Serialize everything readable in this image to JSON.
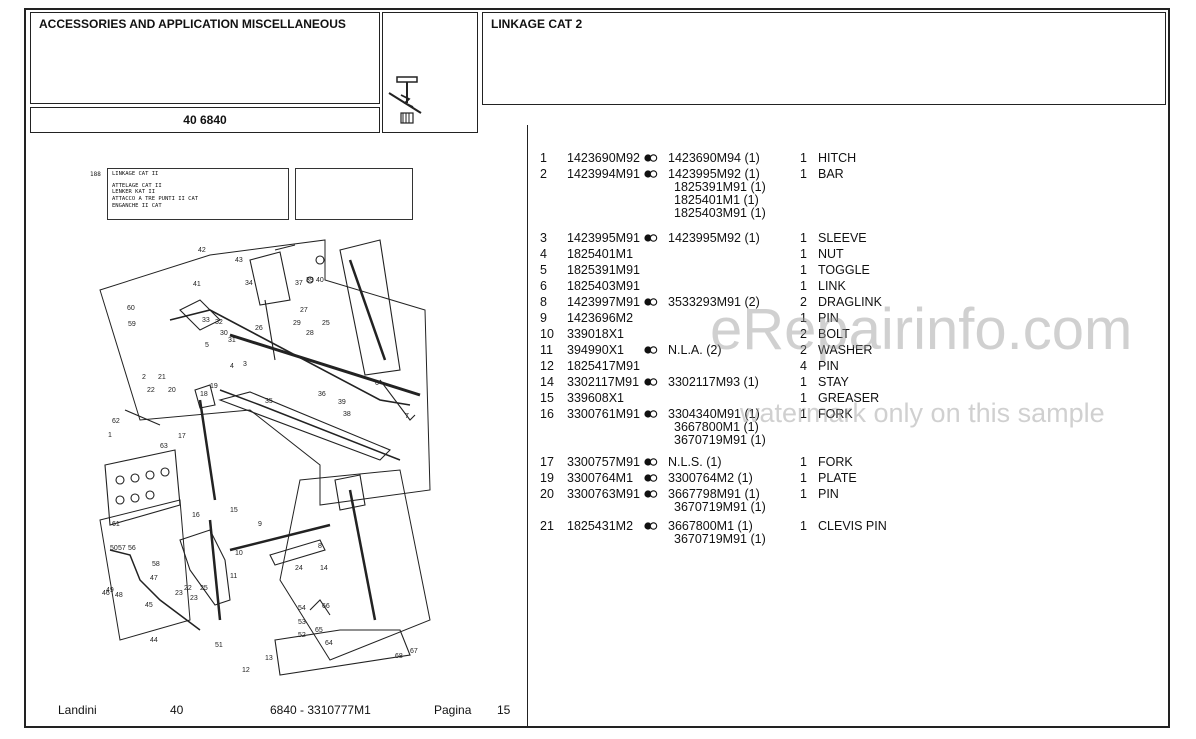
{
  "header": {
    "section_title": "ACCESSORIES AND APPLICATION MISCELLANEOUS",
    "group_code": "40 6840",
    "page_title": "LINKAGE CAT 2"
  },
  "diagram": {
    "ref": "188",
    "inset_lines": [
      "LINKAGE CAT II",
      "ATTELAGE CAT II",
      "LENKER KAT II",
      "ATTACCO A TRE PUNTI II CAT",
      "ENGANCHE II CAT"
    ],
    "callouts": [
      "42",
      "43",
      "41",
      "34",
      "37",
      "39",
      "40",
      "60",
      "59",
      "33",
      "32",
      "30",
      "31",
      "26",
      "27",
      "28",
      "29",
      "25",
      "5",
      "4",
      "3",
      "6",
      "7",
      "2",
      "21",
      "20",
      "22",
      "19",
      "18",
      "36",
      "35",
      "39",
      "38",
      "62",
      "1",
      "17",
      "63",
      "61",
      "16",
      "15",
      "9",
      "8",
      "10",
      "11",
      "10",
      "14",
      "12",
      "13",
      "50",
      "57",
      "56",
      "58",
      "47",
      "46",
      "48",
      "45",
      "49",
      "44",
      "23",
      "23",
      "25",
      "51",
      "54",
      "53",
      "52",
      "66",
      "65",
      "64",
      "68",
      "67",
      "24"
    ]
  },
  "parts": [
    {
      "idx": "1",
      "code": "1423690M92",
      "sym": true,
      "alt": "1423690M94  (1)",
      "subs": [],
      "qty": "1",
      "desc": "HITCH"
    },
    {
      "idx": "2",
      "code": "1423994M91",
      "sym": true,
      "alt": "1423995M92  (1)",
      "subs": [
        "1825391M91  (1)",
        "1825401M1  (1)",
        "1825403M91  (1)"
      ],
      "qty": "1",
      "desc": "BAR"
    },
    {
      "idx": "3",
      "code": "1423995M91",
      "sym": true,
      "alt": "1423995M92  (1)",
      "subs": [],
      "qty": "1",
      "desc": "SLEEVE"
    },
    {
      "idx": "4",
      "code": "1825401M1",
      "sym": false,
      "alt": "",
      "subs": [],
      "qty": "1",
      "desc": "NUT"
    },
    {
      "idx": "5",
      "code": "1825391M91",
      "sym": false,
      "alt": "",
      "subs": [],
      "qty": "1",
      "desc": "TOGGLE"
    },
    {
      "idx": "6",
      "code": "1825403M91",
      "sym": false,
      "alt": "",
      "subs": [],
      "qty": "1",
      "desc": "LINK"
    },
    {
      "idx": "8",
      "code": "1423997M91",
      "sym": true,
      "alt": "3533293M91  (2)",
      "subs": [],
      "qty": "2",
      "desc": "DRAGLINK"
    },
    {
      "idx": "9",
      "code": "1423696M2",
      "sym": false,
      "alt": "",
      "subs": [],
      "qty": "1",
      "desc": "PIN"
    },
    {
      "idx": "10",
      "code": "339018X1",
      "sym": false,
      "alt": "",
      "subs": [],
      "qty": "2",
      "desc": "BOLT"
    },
    {
      "idx": "11",
      "code": "394990X1",
      "sym": true,
      "alt": "N.L.A.  (2)",
      "subs": [],
      "qty": "2",
      "desc": "WASHER"
    },
    {
      "idx": "12",
      "code": "1825417M91",
      "sym": false,
      "alt": "",
      "subs": [],
      "qty": "4",
      "desc": "PIN"
    },
    {
      "idx": "14",
      "code": "3302117M91",
      "sym": true,
      "alt": "3302117M93  (1)",
      "subs": [],
      "qty": "1",
      "desc": "STAY"
    },
    {
      "idx": "15",
      "code": "339608X1",
      "sym": false,
      "alt": "",
      "subs": [],
      "qty": "1",
      "desc": "GREASER"
    },
    {
      "idx": "16",
      "code": "3300761M91",
      "sym": true,
      "alt": "3304340M91  (1)",
      "subs": [
        "3667800M1  (1)",
        "3670719M91  (1)"
      ],
      "qty": "1",
      "desc": "FORK"
    },
    {
      "idx": "17",
      "code": "3300757M91",
      "sym": true,
      "alt": "N.L.S.  (1)",
      "subs": [],
      "qty": "1",
      "desc": "FORK"
    },
    {
      "idx": "19",
      "code": "3300764M1",
      "sym": true,
      "alt": "3300764M2  (1)",
      "subs": [],
      "qty": "1",
      "desc": "PLATE"
    },
    {
      "idx": "20",
      "code": "3300763M91",
      "sym": true,
      "alt": "3667798M91  (1)",
      "subs": [
        "3670719M91  (1)"
      ],
      "qty": "1",
      "desc": "PIN"
    },
    {
      "idx": "21",
      "code": "1825431M2",
      "sym": true,
      "alt": "3667800M1  (1)",
      "subs": [
        "3670719M91  (1)"
      ],
      "qty": "1",
      "desc": "CLEVIS PIN"
    }
  ],
  "footer": {
    "brand": "Landini",
    "group": "40",
    "code": "6840 - 3310777M1",
    "page_label": "Pagina",
    "page_number": "15"
  },
  "watermark": {
    "site": "eRepairinfo.com",
    "note": "watermark only on this sample"
  }
}
